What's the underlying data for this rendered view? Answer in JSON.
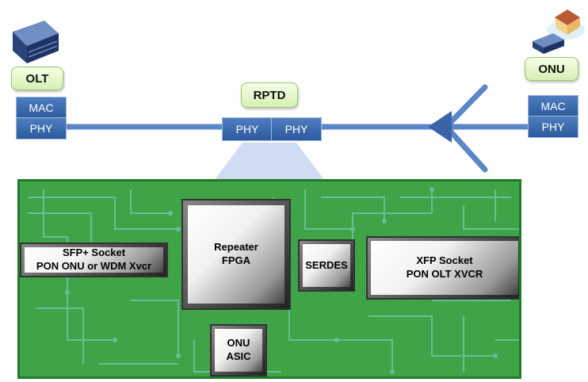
{
  "olt": {
    "label": "OLT",
    "mac": "MAC",
    "phy": "PHY"
  },
  "onu": {
    "label": "ONU",
    "mac": "MAC",
    "phy": "PHY"
  },
  "rptd": {
    "label": "RPTD",
    "phy_left": "PHY",
    "phy_right": "PHY"
  },
  "board": {
    "sfp": "SFP+ Socket\nPON ONU or WDM Xvcr",
    "fpga": "Repeater\nFPGA",
    "serdes": "SERDES",
    "xfp": "XFP Socket\nPON OLT XVCR",
    "onu_asic": "ONU\nASIC"
  },
  "colors": {
    "fiber": "#5b86c8",
    "board": "#3fa447",
    "trace": "#7fc8d8",
    "label_bg": "#e7f6cf"
  }
}
